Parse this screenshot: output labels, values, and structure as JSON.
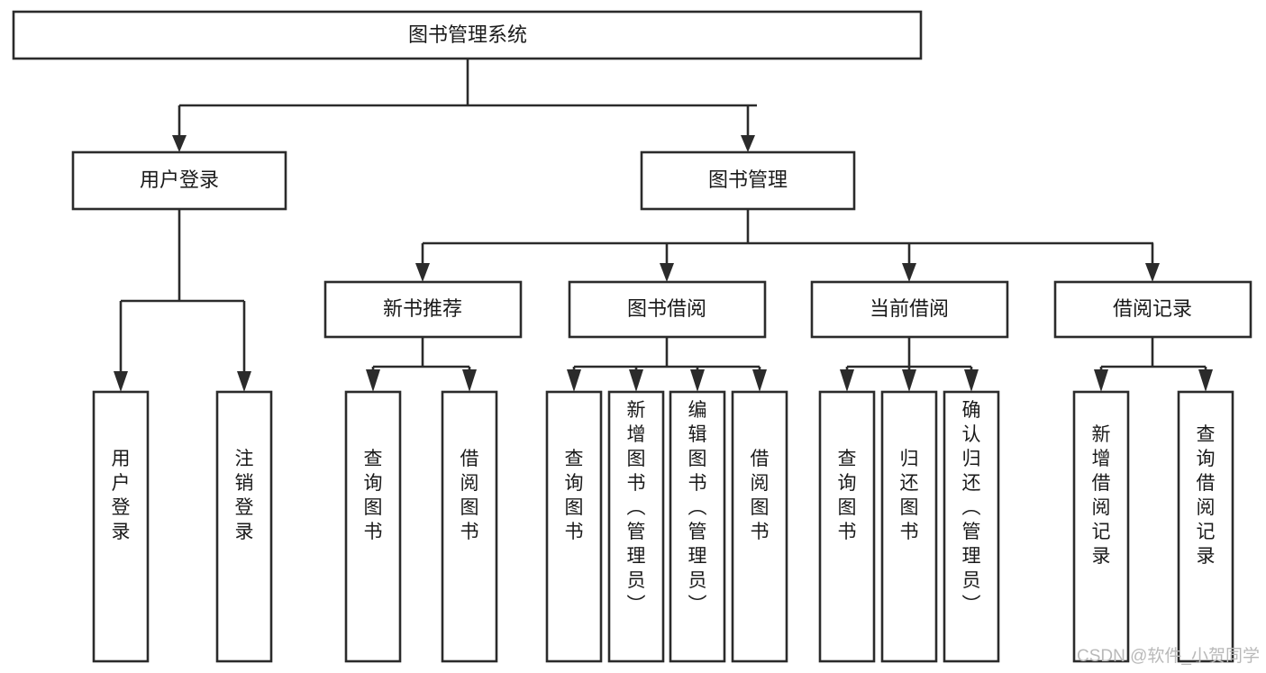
{
  "diagram": {
    "title": "图书管理系统",
    "type": "tree-hierarchy",
    "orientation": "top-down",
    "root": {
      "id": "root",
      "label": "图书管理系统",
      "text_orientation": "horizontal"
    },
    "level2": [
      {
        "id": "user-login",
        "label": "用户登录",
        "text_orientation": "horizontal"
      },
      {
        "id": "book-manage",
        "label": "图书管理",
        "text_orientation": "horizontal"
      }
    ],
    "level3": [
      {
        "id": "new-book-recommend",
        "label": "新书推荐",
        "parent": "book-manage",
        "text_orientation": "horizontal"
      },
      {
        "id": "book-borrow",
        "label": "图书借阅",
        "parent": "book-manage",
        "text_orientation": "horizontal"
      },
      {
        "id": "current-borrow",
        "label": "当前借阅",
        "parent": "book-manage",
        "text_orientation": "horizontal"
      },
      {
        "id": "borrow-record",
        "label": "借阅记录",
        "parent": "book-manage",
        "text_orientation": "horizontal"
      }
    ],
    "leaves": [
      {
        "id": "leaf-user-login",
        "label": "用户登录",
        "parent": "user-login",
        "text_orientation": "vertical"
      },
      {
        "id": "leaf-logout-login",
        "label": "注销登录",
        "parent": "user-login",
        "text_orientation": "vertical"
      },
      {
        "id": "leaf-query-book-1",
        "label": "查询图书",
        "parent": "new-book-recommend",
        "text_orientation": "vertical"
      },
      {
        "id": "leaf-borrow-book-1",
        "label": "借阅图书",
        "parent": "new-book-recommend",
        "text_orientation": "vertical"
      },
      {
        "id": "leaf-query-book-2",
        "label": "查询图书",
        "parent": "book-borrow",
        "text_orientation": "vertical"
      },
      {
        "id": "leaf-add-book",
        "label": "新增图书（管理员）",
        "parent": "book-borrow",
        "text_orientation": "vertical"
      },
      {
        "id": "leaf-edit-book",
        "label": "编辑图书（管理员）",
        "parent": "book-borrow",
        "text_orientation": "vertical"
      },
      {
        "id": "leaf-borrow-book-2",
        "label": "借阅图书",
        "parent": "book-borrow",
        "text_orientation": "vertical"
      },
      {
        "id": "leaf-query-book-3",
        "label": "查询图书",
        "parent": "current-borrow",
        "text_orientation": "vertical"
      },
      {
        "id": "leaf-return-book",
        "label": "归还图书",
        "parent": "current-borrow",
        "text_orientation": "vertical"
      },
      {
        "id": "leaf-confirm-return",
        "label": "确认归还（管理员）",
        "parent": "current-borrow",
        "text_orientation": "vertical"
      },
      {
        "id": "leaf-add-borrow-record",
        "label": "新增借阅记录",
        "parent": "borrow-record",
        "text_orientation": "vertical"
      },
      {
        "id": "leaf-query-borrow-record",
        "label": "查询借阅记录",
        "parent": "borrow-record",
        "text_orientation": "vertical"
      }
    ]
  },
  "watermark": {
    "text": "CSDN @软件_小贺同学"
  },
  "colors": {
    "background": "#ffffff",
    "box_fill": "#ffffff",
    "box_stroke": "#2b2b2b",
    "text": "#1a1a1a",
    "watermark": "#b9b9b9"
  }
}
